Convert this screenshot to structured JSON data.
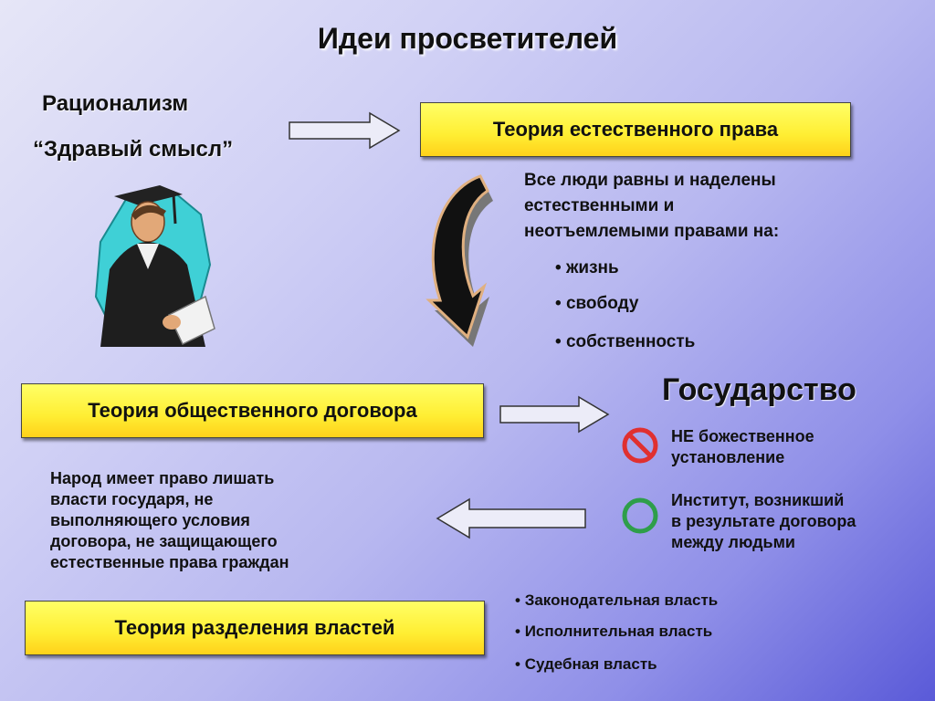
{
  "title": "Идеи просветителей",
  "left_top": {
    "rationalism": "Рационализм",
    "common_sense": "“Здравый смысл”"
  },
  "boxes": {
    "natural_law": "Теория естественного права",
    "social_contract": "Теория общественного договора",
    "separation": "Теория разделения властей"
  },
  "natural_law_text": {
    "line1": "Все люди равны и наделены",
    "line2": "естественными и",
    "line3": "неотъемлемыми правами на:",
    "rights": [
      "жизнь",
      "свободу",
      "собственность"
    ]
  },
  "state": {
    "heading": "Государство",
    "not_divine_line1": "НЕ божественное",
    "not_divine_line2": "установление",
    "institute_line1": "Институт, возникший",
    "institute_line2": "в результате договора",
    "institute_line3": "между людьми"
  },
  "people_text": {
    "line1": "Народ имеет право лишать",
    "line2": "власти государя, не",
    "line3": "выполняющего условия",
    "line4": "договора, не защищающего",
    "line5": "естественные права граждан"
  },
  "powers": [
    "Законодательная власть",
    "Исполнительная власть",
    "Судебная власть"
  ],
  "colors": {
    "box_yellow": "#ffee33",
    "no_sign_red": "#e03030",
    "ok_sign_green": "#2e9e4a"
  }
}
